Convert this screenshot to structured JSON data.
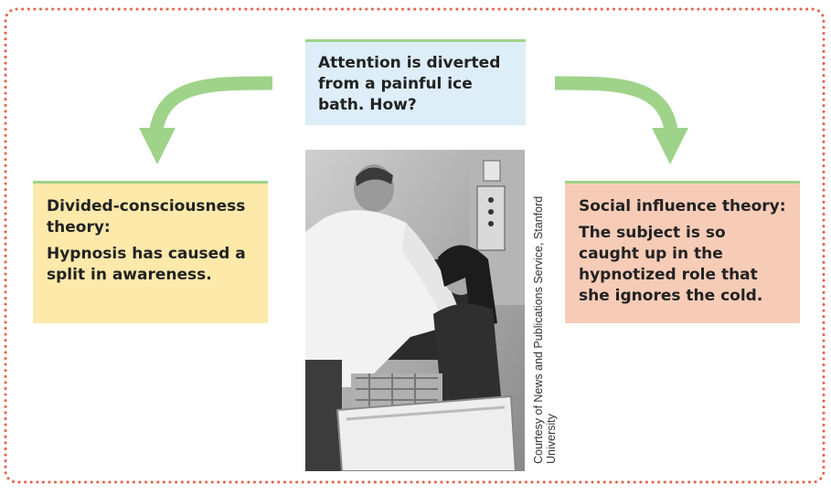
{
  "top_box": {
    "text": "Attention is diverted from a painful ice bath. How?"
  },
  "left_box": {
    "title": "Divided-consciousness theory:",
    "body": "Hypnosis has caused a split in awareness."
  },
  "right_box": {
    "title": "Social influence theory:",
    "body": "The subject is so caught up in the hypnotized role that she ignores the cold."
  },
  "photo": {
    "credit": "Courtesy of News and Publications Service, Stanford University",
    "description_icon": "photograph"
  },
  "colors": {
    "border_dots": "#e8604a",
    "arrow": "#9fd38a",
    "top_box": "#ddeef8",
    "left_box": "#fde9aa",
    "right_box": "#f7ccb7"
  }
}
